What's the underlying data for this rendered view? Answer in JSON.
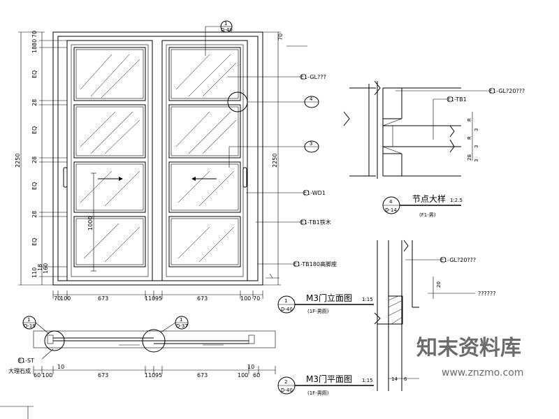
{
  "elevation": {
    "height_dim": "2250",
    "height_dim_right": "2250",
    "top_dim": "70",
    "top_dim_right": "70",
    "left_stack": [
      "80",
      "18",
      "EQ",
      "28",
      "EQ",
      "28",
      "EQ",
      "28",
      "EQ",
      "110",
      "18",
      "160"
    ],
    "bottom_dims": [
      "70",
      "100",
      "673",
      "110",
      "95",
      "673",
      "100",
      "70"
    ],
    "inner_dim": "1000",
    "callout_top": {
      "num": "1",
      "ref": "D-40"
    },
    "callout_4": {
      "num": "4"
    },
    "callout_3": {
      "num": "3"
    },
    "labels": {
      "glass": "E1-GL???",
      "wood": "E1-WD1",
      "frame": "E1-TB1铁木",
      "base": "E1-TB180高脚座"
    }
  },
  "plan": {
    "callout_left": {
      "num": "1",
      "ref": "D-19"
    },
    "callout_mid": {
      "num": "1",
      "ref": "D-37"
    },
    "label_stone": "E1-ST",
    "label_stone_cn": "大理石成",
    "dims_top": [
      "10",
      "10"
    ],
    "dims_bottom": [
      "60",
      "100",
      "673",
      "110",
      "95",
      "673",
      "100",
      "60"
    ]
  },
  "detail_4": {
    "label_gl": "E1-GL?20???",
    "label_tb": "E1-TB1",
    "dims": [
      "R",
      "3",
      "R",
      "3",
      "28",
      "3"
    ],
    "title": "节点大样",
    "scale": "1:2.5",
    "num": "4",
    "ref": "D-14",
    "sub": "(F1-男)"
  },
  "detail_lower": {
    "label_gl": "E1-GL?20???",
    "label_q": "??????",
    "dims": [
      "20",
      "14",
      "6"
    ]
  },
  "titles": {
    "elev": {
      "num": "1",
      "ref": "D-40",
      "text": "M3门立面图",
      "scale": "1:15",
      "sub": "(1F-男厕)"
    },
    "plan": {
      "num": "2",
      "ref": "D-40",
      "text": "M3门平面图",
      "scale": "1:15",
      "sub": "(1F-男厕)"
    }
  },
  "watermark": {
    "cn": "知末资料库",
    "url": "www.znzmo.com"
  }
}
